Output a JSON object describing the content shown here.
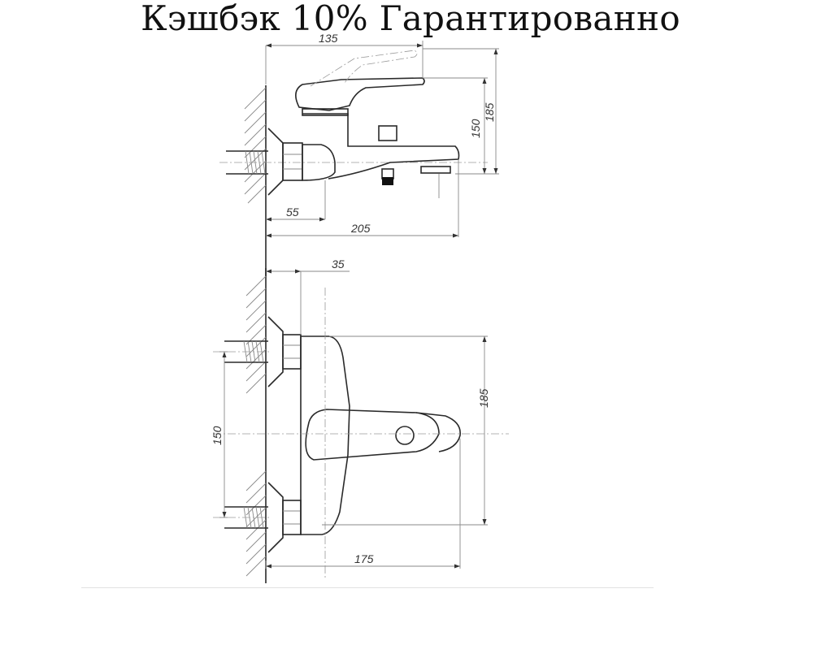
{
  "banner": {
    "text": "Кэшбэк 10% Гарантированно"
  },
  "side_view": {
    "dims": {
      "top_width": "135",
      "height_outer": "185",
      "height_inner": "150",
      "wall_offset": "55",
      "spout_length": "205"
    }
  },
  "front_view": {
    "dims": {
      "offset": "35",
      "height": "185",
      "connection_spacing": "150",
      "width": "175"
    }
  }
}
